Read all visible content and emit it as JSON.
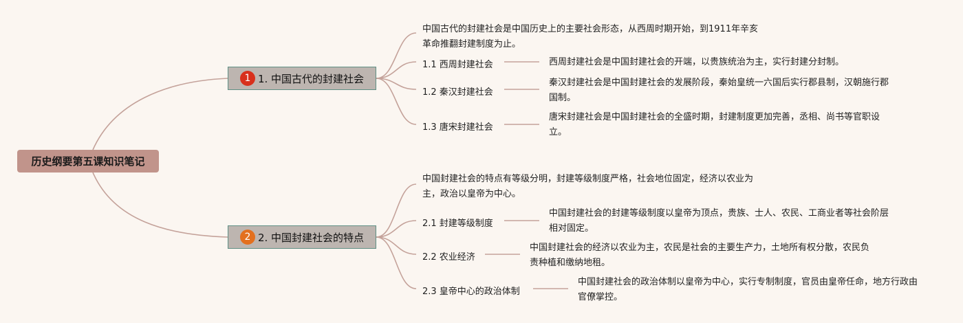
{
  "colors": {
    "background": "#fbf6f1",
    "root_fill": "#c1948b",
    "topic_fill": "#bdb5b0",
    "topic_border": "#5f8f84",
    "branch_line": "#c4a29a",
    "badge_1": "#d8301c",
    "badge_2": "#e3701f"
  },
  "root": {
    "label": "历史纲要第五课知识笔记"
  },
  "topics": [
    {
      "badge": "1",
      "label": "1. 中国古代的封建社会",
      "summary": "中国古代的封建社会是中国历史上的主要社会形态，从西周时期开始，到1911年辛亥革命推翻封建制度为止。",
      "subtopics": [
        {
          "label": "1.1 西周封建社会",
          "detail": "西周封建社会是中国封建社会的开端，以贵族统治为主，实行封建分封制。"
        },
        {
          "label": "1.2 秦汉封建社会",
          "detail": "秦汉封建社会是中国封建社会的发展阶段，秦始皇统一六国后实行郡县制，汉朝施行郡国制。"
        },
        {
          "label": "1.3 唐宋封建社会",
          "detail": "唐宋封建社会是中国封建社会的全盛时期，封建制度更加完善，丞相、尚书等官职设立。"
        }
      ]
    },
    {
      "badge": "2",
      "label": "2. 中国封建社会的特点",
      "summary": "中国封建社会的特点有等级分明，封建等级制度严格，社会地位固定，经济以农业为主，政治以皇帝为中心。",
      "subtopics": [
        {
          "label": "2.1 封建等级制度",
          "detail": "中国封建社会的封建等级制度以皇帝为顶点，贵族、士人、农民、工商业者等社会阶层相对固定。"
        },
        {
          "label": "2.2 农业经济",
          "detail": "中国封建社会的经济以农业为主，农民是社会的主要生产力，土地所有权分散，农民负责种植和缴纳地租。"
        },
        {
          "label": "2.3 皇帝中心的政治体制",
          "detail": "中国封建社会的政治体制以皇帝为中心，实行专制制度，官员由皇帝任命，地方行政由官僚掌控。"
        }
      ]
    }
  ]
}
